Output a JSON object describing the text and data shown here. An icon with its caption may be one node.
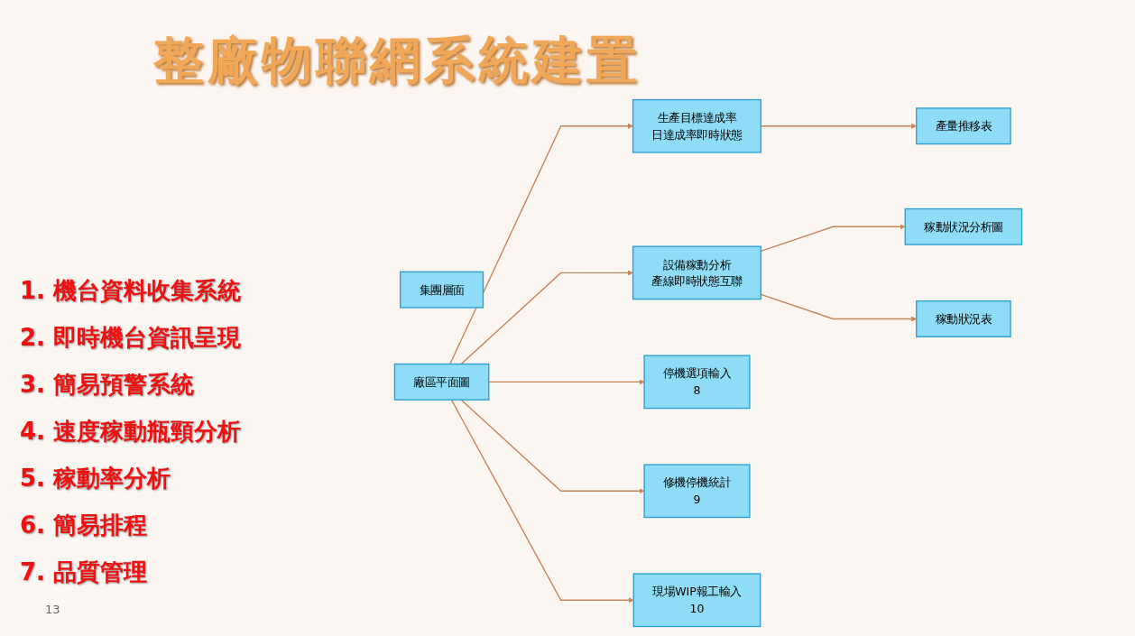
{
  "diagram": {
    "title": "整廠物聯網系統建置",
    "nodes": [
      {
        "text": [
          "集團層面"
        ]
      },
      {
        "text": [
          "廠區平面圖"
        ]
      },
      {
        "text": [
          "生產目標達成率",
          "日達成率即時狀態"
        ]
      },
      {
        "text": [
          "設備稼動分析",
          "產線即時狀態互聯"
        ]
      },
      {
        "text": [
          "停機選項輸入",
          "8"
        ]
      },
      {
        "text": [
          "修機停機統計",
          "9"
        ]
      },
      {
        "text": [
          "現場WIP報工輸入",
          "10"
        ]
      },
      {
        "text": [
          "產量推移表"
        ]
      },
      {
        "text": [
          "稼動狀況分析圖"
        ]
      },
      {
        "text": [
          "稼動狀況表"
        ]
      }
    ],
    "edges": [
      {
        "from": 1,
        "to": 2,
        "arrow": "to"
      },
      {
        "from": 1,
        "to": 3,
        "arrow": "to"
      },
      {
        "from": 1,
        "to": 4,
        "arrow": "to"
      },
      {
        "from": 1,
        "to": 5,
        "arrow": "to"
      },
      {
        "from": 1,
        "to": 6,
        "arrow": "to"
      },
      {
        "from": 2,
        "to": 7,
        "arrow": "to"
      },
      {
        "from": 3,
        "to": 8,
        "arrow": "to"
      },
      {
        "from": 3,
        "to": 9,
        "arrow": "to"
      }
    ],
    "labels": [
      "1. 機台資料收集系統",
      "2. 即時機台資訊呈現",
      "3. 簡易預警系統",
      "4. 速度稼動瓶頸分析",
      "5. 稼動率分析",
      "6. 簡易排程",
      "7. 品質管理",
      "13"
    ]
  }
}
